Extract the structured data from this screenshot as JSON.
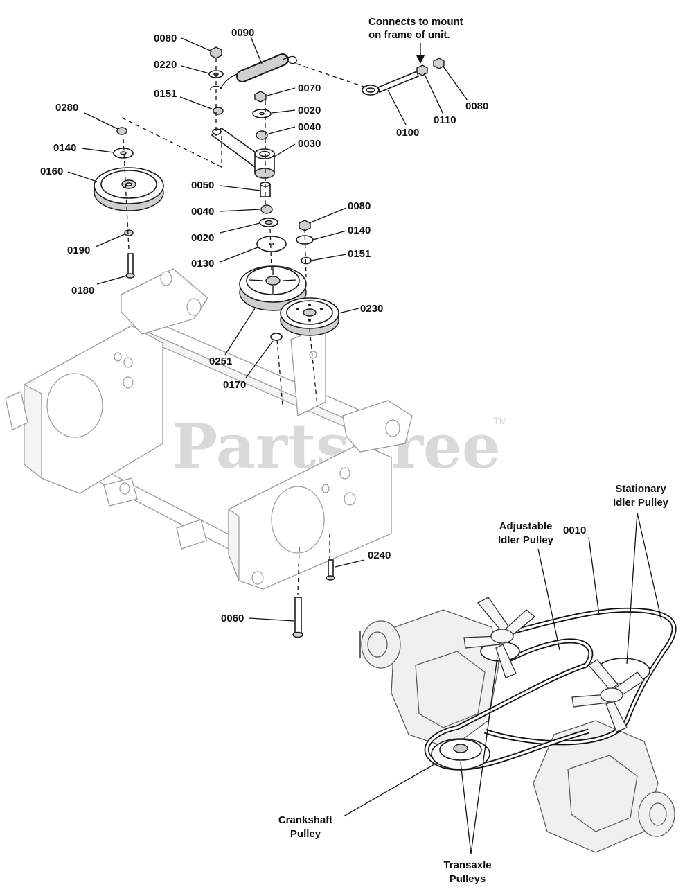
{
  "watermark": {
    "text": "PartsTree",
    "trademark": "TM"
  },
  "notes": {
    "frame_mount": [
      "Connects to mount",
      "on frame of unit."
    ]
  },
  "part_labels": [
    "0080",
    "0090",
    "0220",
    "0151",
    "0070",
    "0020",
    "0040",
    "0030",
    "0280",
    "0140",
    "0160",
    "0050",
    "0040",
    "0020",
    "0190",
    "0130",
    "0180",
    "0080",
    "0140",
    "0151",
    "0230",
    "0251",
    "0170",
    "0100",
    "0110",
    "0080",
    "0010",
    "0240",
    "0060"
  ],
  "callouts": {
    "stationary_idler": [
      "Stationary",
      "Idler Pulley"
    ],
    "adjustable_idler": [
      "Adjustable",
      "Idler Pulley"
    ],
    "crankshaft": [
      "Crankshaft",
      "Pulley"
    ],
    "transaxle": [
      "Transaxle",
      "Pulleys"
    ]
  }
}
